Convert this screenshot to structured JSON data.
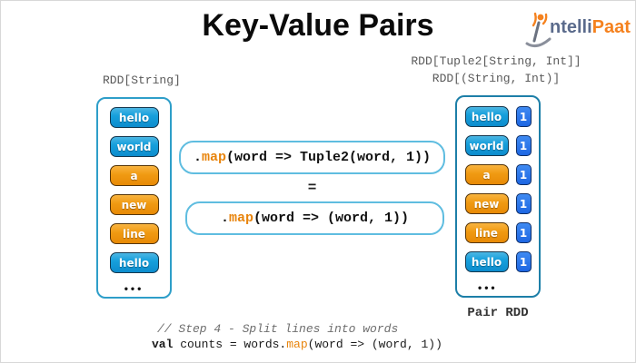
{
  "title": "Key-Value Pairs",
  "logo": {
    "text_blue": "ntelli",
    "text_orange": "Paat"
  },
  "left_column": {
    "label": "RDD[String]",
    "items": [
      {
        "text": "hello",
        "color": "blue"
      },
      {
        "text": "world",
        "color": "blue"
      },
      {
        "text": "a",
        "color": "orange"
      },
      {
        "text": "new",
        "color": "orange"
      },
      {
        "text": "line",
        "color": "orange"
      },
      {
        "text": "hello",
        "color": "blue"
      }
    ],
    "ellipsis": "•••"
  },
  "right_column": {
    "label_line1": "RDD[Tuple2[String, Int]]",
    "label_line2": "RDD[(String, Int)]",
    "items": [
      {
        "text": "hello",
        "color": "blue",
        "value": "1"
      },
      {
        "text": "world",
        "color": "blue",
        "value": "1"
      },
      {
        "text": "a",
        "color": "orange",
        "value": "1"
      },
      {
        "text": "new",
        "color": "orange",
        "value": "1"
      },
      {
        "text": "line",
        "color": "orange",
        "value": "1"
      },
      {
        "text": "hello",
        "color": "blue",
        "value": "1"
      }
    ],
    "ellipsis": "•••",
    "caption": "Pair RDD"
  },
  "code": {
    "box1": {
      "prefix": ".",
      "keyword": "map",
      "rest": "(word => Tuple2(word, 1))"
    },
    "equals": "=",
    "box2": {
      "prefix": ".",
      "keyword": "map",
      "rest": "(word => (word, 1))"
    }
  },
  "footer": {
    "comment": "// Step 4 - Split lines into words",
    "code_val": "val",
    "code_mid": " counts = words.",
    "code_map": "map",
    "code_rest": "(word => (word, 1))"
  },
  "colors": {
    "keyword_orange": "#E8840C",
    "box_blue": "#17A0DC",
    "box_orange": "#F09A12",
    "value_blue": "#1D66E2",
    "left_container_border": "#2E9EC9",
    "right_container_border": "#1D7FA8",
    "codebox_border": "#5FBDE0",
    "label_gray": "#5A5A5A",
    "logo_blue": "#5B6B8C",
    "logo_orange": "#F5821F"
  }
}
